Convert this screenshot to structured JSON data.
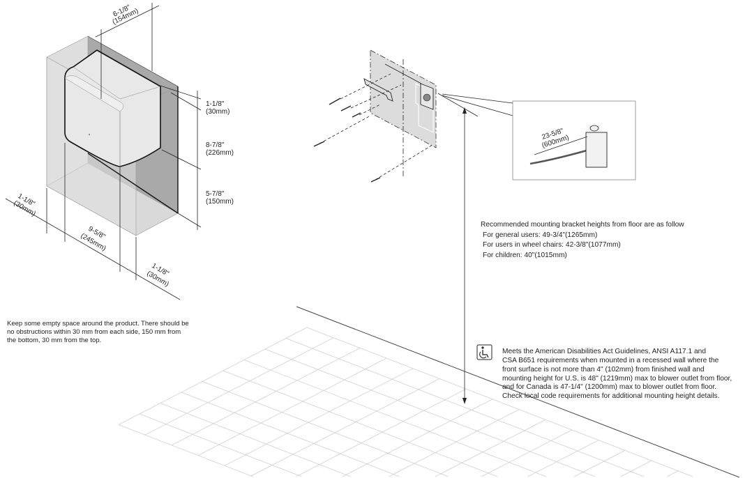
{
  "clearance_diagram": {
    "depth": {
      "inch": "6-1/8\"",
      "mm": "(154mm)"
    },
    "top_clearance": {
      "inch": "1-1/8\"",
      "mm": "(30mm)"
    },
    "height": {
      "inch": "8-7/8\"",
      "mm": "(226mm)"
    },
    "bottom_clearance": {
      "inch": "5-7/8\"",
      "mm": "(150mm)"
    },
    "left_clearance": {
      "inch": "1-1/8\"",
      "mm": "(30mm)"
    },
    "width": {
      "inch": "9-5/8\"",
      "mm": "(245mm)"
    },
    "right_clearance": {
      "inch": "1-1/8\"",
      "mm": "(30mm)"
    },
    "note_lines": [
      "Keep some empty space around the product. There should be",
      "no obstructions within 30 mm from each side, 150 mm from",
      "the bottom, 30 mm from the top."
    ]
  },
  "mounting_diagram": {
    "cable_length": {
      "inch": "23-5/8\"",
      "mm": "(600mm)"
    },
    "recommended": {
      "title": "Recommended mounting bracket heights from floor are as follow",
      "lines": [
        "For general users:   49-3/4\"(1265mm)",
        "For users in wheel chairs:   42-3/8\"(1077mm)",
        "For children:  40\"(1015mm)"
      ]
    },
    "ada_icon": "wheelchair-accessibility-icon",
    "ada_lines": [
      "Meets the American Disabilities Act Guidelines, ANSI A117.1 and",
      "CSA B651 requirements when mounted in a recessed wall where the",
      "front surface is not more than 4\" (102mm) from finished wall and",
      "mounting height for U.S. is 48\" (1219mm) max to blower outlet from floor,",
      "and for Canada is 47-1/4\" (1200mm) max to blower outlet from floor.",
      "Check local code requirements for additional mounting height details."
    ]
  }
}
